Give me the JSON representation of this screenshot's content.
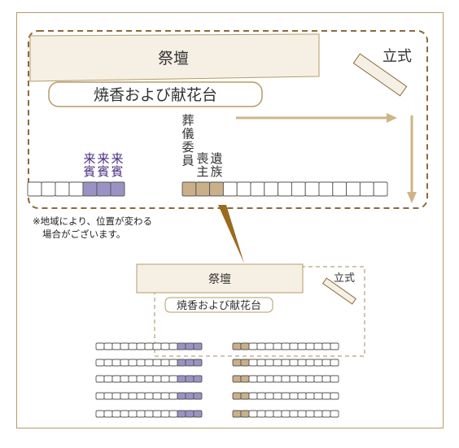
{
  "diagram": {
    "large": {
      "altar": "祭壇",
      "offering_table": "焼香および献花台",
      "standing_flowers": "立式",
      "label_funeral_committee": "葬儀委員",
      "label_chief_mourner": "喪主",
      "label_bereaved_family": "遺族",
      "label_guests": "来賓",
      "guest_seat_count": 3,
      "left_row_seats": 7,
      "right_row_seats": 15,
      "family_seat_count": 3
    },
    "note_lines": [
      "※地域により、位置が変わる",
      "場合がございます。"
    ],
    "small": {
      "altar": "祭壇",
      "offering_table": "焼香および献花台",
      "standing_flowers": "立式",
      "rows": 5,
      "left_block_seats": 13,
      "left_block_highlighted": 3,
      "right_block_seats": 13,
      "right_block_highlighted": 2
    },
    "colors": {
      "border": "#b69b67",
      "altar_fill": "#f6efe4",
      "dashed": "#8a6a3c",
      "arrow": "#cfb48a",
      "guest_seat": "#9b92c4",
      "family_seat": "#c9b08a",
      "pointer": "#9a6a1e",
      "guest_text": "#4b2e7e"
    }
  }
}
